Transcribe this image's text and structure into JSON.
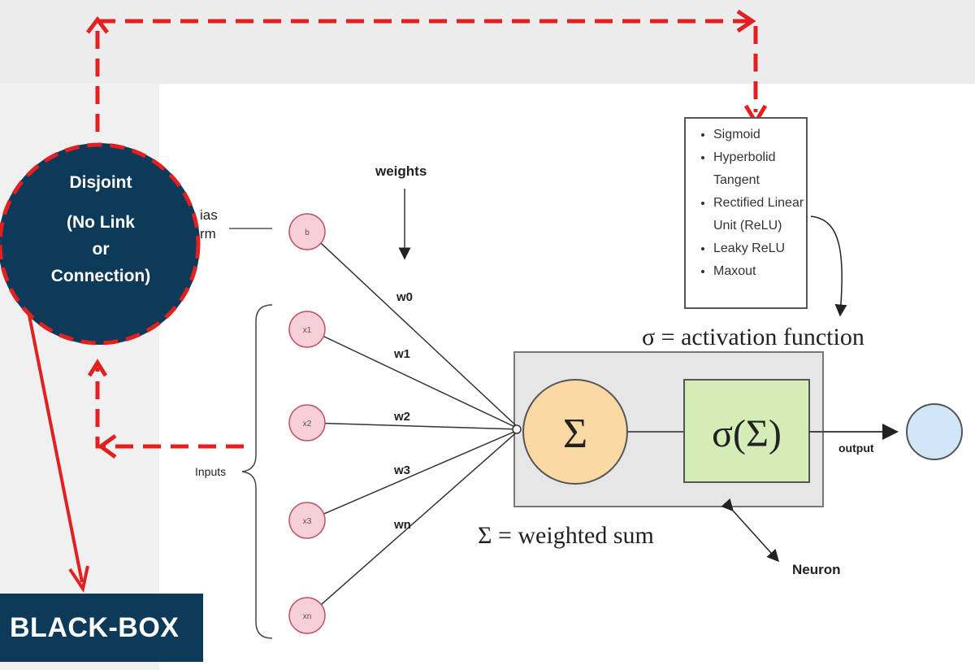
{
  "disjoint": {
    "title": "Disjoint",
    "line1": "(No Link",
    "line2": "or",
    "line3": "Connection)"
  },
  "black_box": {
    "label": "BLACK-BOX"
  },
  "labels": {
    "weights": "weights",
    "bias_part1": "ias",
    "bias_part2": "rm",
    "inputs": "Inputs",
    "output": "output",
    "neuron": "Neuron",
    "activation_function": "σ = activation function",
    "weighted_sum": "Σ = weighted sum",
    "sigma": "Σ",
    "sigma_of_sum": "σ(Σ)"
  },
  "nodes": {
    "bias": "b",
    "x1": "x1",
    "x2": "x2",
    "x3": "x3",
    "xn": "xn"
  },
  "weights": {
    "w0": "w0",
    "w1": "w1",
    "w2": "w2",
    "w3": "w3",
    "wn": "wn"
  },
  "activation_list": [
    "Sigmoid",
    "Hyperbolid Tangent",
    "Rectified Linear Unit (ReLU)",
    "Leaky ReLU",
    "Maxout"
  ],
  "colors": {
    "dark_navy": "#0e3a5a",
    "red_dashed": "#e32020",
    "node_pink": "#f6cfd8",
    "sum_orange": "#fbd9a2",
    "sigma_green": "#d4edb7",
    "output_blue": "#cfe7f7"
  }
}
